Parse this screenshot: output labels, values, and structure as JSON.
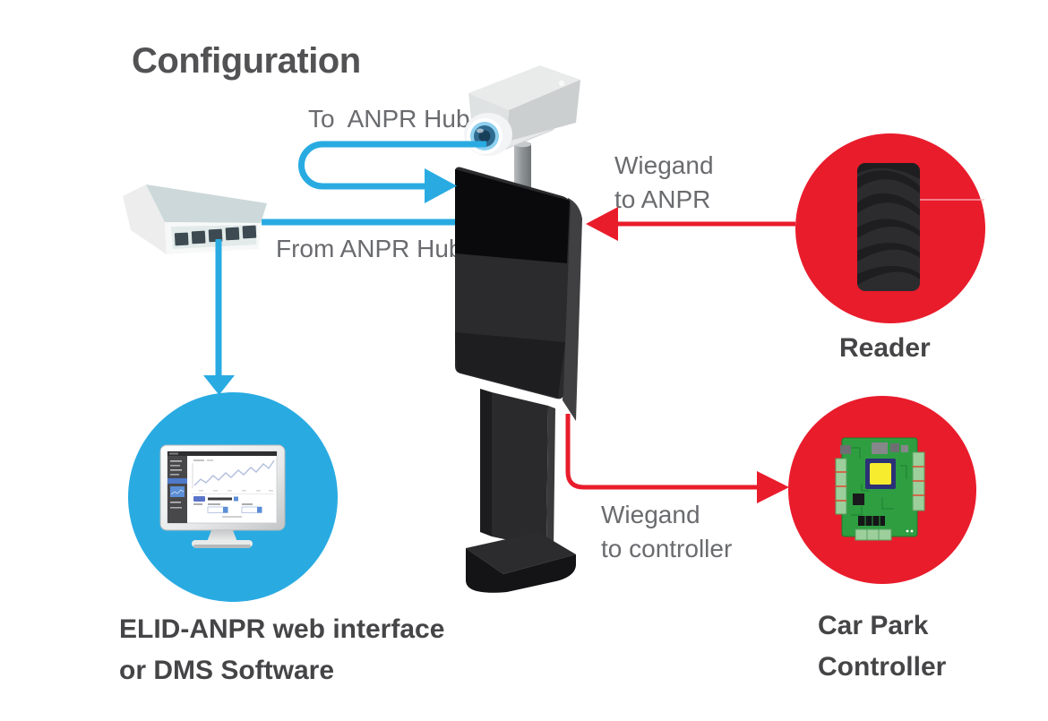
{
  "diagram": {
    "title": "Configuration",
    "connections": {
      "to_anpr_hub": "To  ANPR Hub",
      "from_anpr_hub": "From ANPR Hub",
      "wiegand_to_anpr": [
        "Wiegand",
        "to ANPR"
      ],
      "wiegand_to_controller": [
        "Wiegand",
        "to controller"
      ]
    },
    "nodes": {
      "reader": "Reader",
      "car_park_controller": [
        "Car Park",
        "Controller"
      ],
      "web_interface": [
        "ELID-ANPR web interface",
        "or DMS Software"
      ]
    },
    "icons": [
      "network-switch-icon",
      "cctv-camera-icon",
      "anpr-kiosk-icon",
      "dashboard-monitor-icon",
      "card-reader-icon",
      "controller-pcb-icon"
    ],
    "colors": {
      "blue": "#29abe2",
      "red": "#e91c2c",
      "label_text": "#6a6b6e",
      "heading_text": "#454547",
      "title_text": "#525254"
    }
  }
}
